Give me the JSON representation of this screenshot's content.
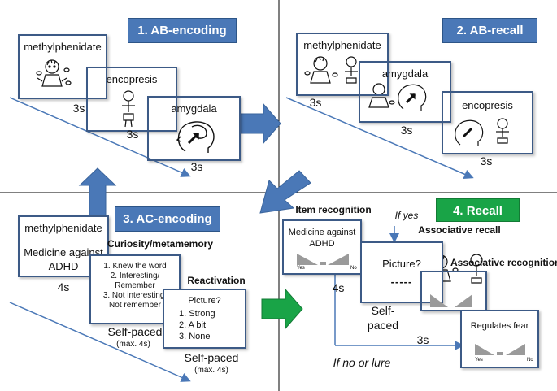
{
  "panel1": {
    "title": "1. AB-encoding",
    "card1_word": "methylphenidate",
    "card2_word": "encopresis",
    "card3_word": "amygdala",
    "time1": "3s",
    "time2": "3s",
    "time3": "3s"
  },
  "panel2": {
    "title": "2. AB-recall",
    "card1_word": "methylphenidate",
    "card2_word": "amygdala",
    "card3_word": "encopresis",
    "time1": "3s",
    "time2": "3s",
    "time3": "3s"
  },
  "panel3": {
    "title": "3. AC-encoding",
    "card1_word": "methylphenidate",
    "card1_definition_line1": "Medicine against",
    "card1_definition_line2": "ADHD",
    "time1": "4s",
    "curiosity_heading": "Curiosity/metamemory",
    "curiosity_options": [
      "1. Knew the word",
      "2. Interesting/",
      "Remember",
      "3. Not interesting/",
      "Not remember"
    ],
    "selfpaced1": "Self-paced",
    "max1": "(max. 4s)",
    "reactivation_heading": "Reactivation",
    "picture_question": "Picture?",
    "reactivation_options": [
      "1.   Strong",
      "2.   A bit",
      "3.   None"
    ],
    "selfpaced2": "Self-paced",
    "max2": "(max. 4s)"
  },
  "panel4": {
    "title": "4. Recall",
    "item_recognition": "Item recognition",
    "if_yes": "If yes",
    "associative_recall": "Associative recall",
    "associative_recognition": "Associative recognition",
    "card1_line1": "Medicine against",
    "card1_line2": "ADHD",
    "scale_yes": "Yes",
    "scale_no": "No",
    "card2_question": "Picture?",
    "card2_blank": "-----",
    "card3_text": "Regulates fear",
    "scale2_yes": "Yes",
    "scale2_no": "No",
    "time1": "4s",
    "selfpaced_line1": "Self-",
    "selfpaced_line2": "paced",
    "time2": "3s",
    "if_no_or_lure": "If no or lure"
  },
  "colors": {
    "title_blue": "#4a78b7",
    "title_green": "#19a447",
    "arrow_blue": "#4a78b7",
    "arrow_green": "#19a447",
    "scale_gray": "#9a9a9a"
  }
}
